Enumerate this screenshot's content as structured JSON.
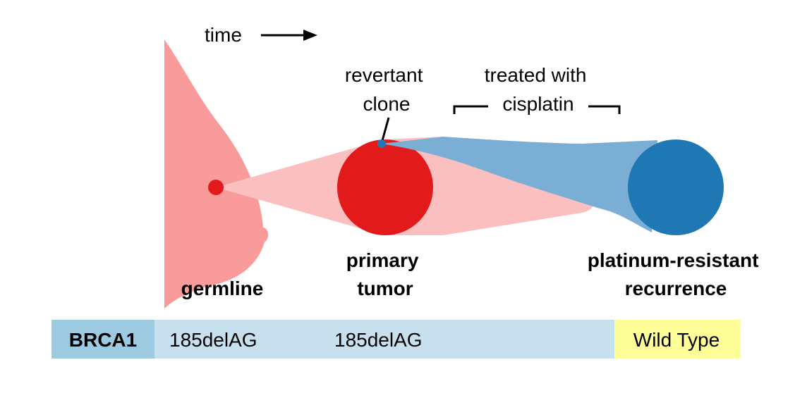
{
  "time_arrow": {
    "label": "time"
  },
  "annotations": {
    "revertant_clone": [
      "revertant",
      "clone"
    ],
    "treated_with": [
      "treated with",
      "cisplatin"
    ]
  },
  "stages": {
    "germline": "germline",
    "primary_tumor": [
      "primary",
      "tumor"
    ],
    "recurrence": [
      "platinum-resistant",
      "recurrence"
    ]
  },
  "brca_bar": {
    "gene": "BRCA1",
    "segments": [
      "185delAG",
      "185delAG",
      "Wild Type"
    ]
  },
  "colors": {
    "breast": "#f99b9b",
    "tumor_red": "#e31a1c",
    "red_cone": "#fcbfbf",
    "blue_cone": "#7aaed4",
    "recurrence_blue": "#1f78b4",
    "gene_box": "#9ecae1",
    "mutant_band": "#c7e0ee",
    "wild_type": "#ffff99"
  }
}
